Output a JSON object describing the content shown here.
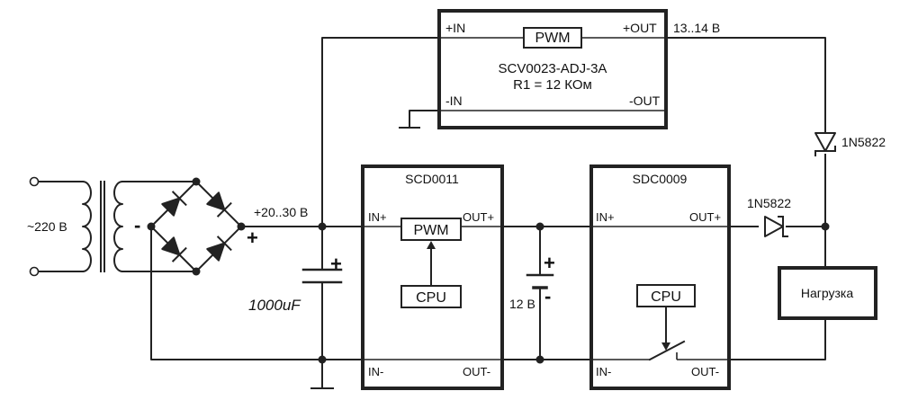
{
  "mains_label": "~220 В",
  "rectifier": {
    "minus_sign": "-",
    "plus_sign": "+",
    "dc_voltage": "+20..30 В"
  },
  "capacitor": {
    "value": "1000uF",
    "plus_sign": "+"
  },
  "battery": {
    "voltage": "12 В",
    "plus_sign": "+",
    "minus_sign": "-"
  },
  "scv": {
    "in_plus": "+IN",
    "in_minus": "-IN",
    "out_plus": "+OUT",
    "out_minus": "-OUT",
    "pwm": "PWM",
    "model": "SCV0023-ADJ-3A",
    "resistor": "R1 = 12 КОм",
    "output_voltage": "13..14 В"
  },
  "scd": {
    "title": "SCD0011",
    "in_plus": "IN+",
    "in_minus": "IN-",
    "out_plus": "OUT+",
    "out_minus": "OUT-",
    "pwm": "PWM",
    "cpu": "CPU"
  },
  "sdc": {
    "title": "SDC0009",
    "in_plus": "IN+",
    "in_minus": "IN-",
    "out_plus": "OUT+",
    "out_minus": "OUT-",
    "cpu": "CPU"
  },
  "diodes": {
    "top": "1N5822",
    "mid": "1N5822"
  },
  "load": "Нагрузка"
}
